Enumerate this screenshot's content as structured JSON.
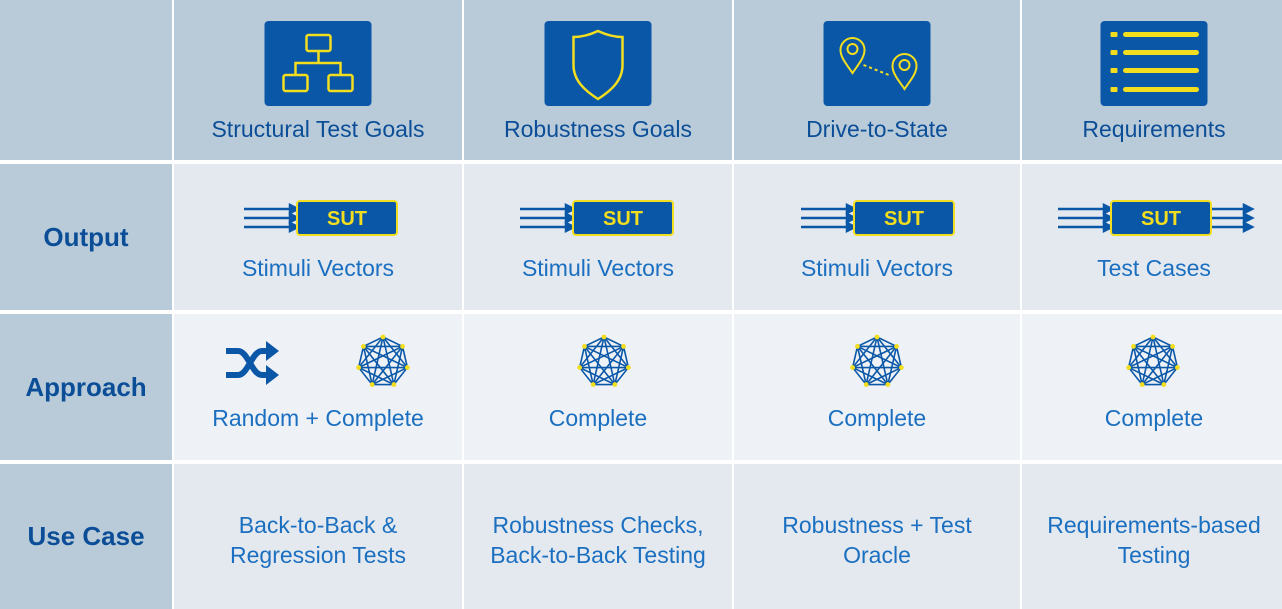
{
  "columns": [
    {
      "title": "Structural Test Goals",
      "icon": "hierarchy-icon",
      "output": "Stimuli Vectors",
      "approach": "Random + Complete",
      "use_case_line1": "Back-to-Back &",
      "use_case_line2": "Regression Tests"
    },
    {
      "title": "Robustness Goals",
      "icon": "shield-icon",
      "output": "Stimuli Vectors",
      "approach": "Complete",
      "use_case_line1": "Robustness Checks,",
      "use_case_line2": "Back-to-Back Testing"
    },
    {
      "title": "Drive-to-State",
      "icon": "location-pins-icon",
      "output": "Stimuli Vectors",
      "approach": "Complete",
      "use_case_line1": "Robustness + Test",
      "use_case_line2": "Oracle"
    },
    {
      "title": "Requirements",
      "icon": "list-icon",
      "output": "Test Cases",
      "approach": "Complete",
      "use_case_line1": "Requirements-based",
      "use_case_line2": "Testing"
    }
  ],
  "rows": {
    "output": "Output",
    "approach": "Approach",
    "use_case": "Use Case"
  },
  "sut_label": "SUT",
  "colors": {
    "header_bg": "#b9cbd9",
    "icon_bg": "#0b57a7",
    "icon_line": "#f2de1e",
    "title_text": "#0b4e97",
    "body_text": "#1b6fc0",
    "row_output_bg": "#e4e9ef",
    "row_approach_bg": "#eef2f6"
  }
}
